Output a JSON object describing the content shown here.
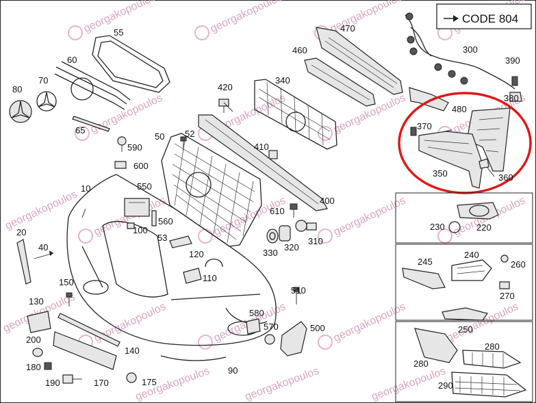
{
  "code_box": {
    "arrow_icon": "arrow-right-icon",
    "label": "CODE 804"
  },
  "watermark": {
    "text": "georgakopoulos"
  },
  "callouts": {
    "p55": "55",
    "p60": "60",
    "p70": "70",
    "p80": "80",
    "p65": "65",
    "p470": "470",
    "p460": "460",
    "p300": "300",
    "p390": "390",
    "p380": "380",
    "p420": "420",
    "p340": "340",
    "p480": "480",
    "p370": "370",
    "p350": "350",
    "p360": "360",
    "p50": "50",
    "p52": "52",
    "p590": "590",
    "p600": "600",
    "p410": "410",
    "p10": "10",
    "p550": "550",
    "p560": "560",
    "p100": "100",
    "p610": "610",
    "p400": "400",
    "p230": "230",
    "p220": "220",
    "p20": "20",
    "p40": "40",
    "p53": "53",
    "p330": "330",
    "p320": "320",
    "p310": "310",
    "p120": "120",
    "p110": "110",
    "p245": "245",
    "p240": "240",
    "p260": "260",
    "p150": "150",
    "p130": "130",
    "p510": "510",
    "p270": "270",
    "p250": "250",
    "p580": "580",
    "p570": "570",
    "p500": "500",
    "p200": "200",
    "p140": "140",
    "p180": "180",
    "p90": "90",
    "p280a": "280",
    "p280b": "280",
    "p190": "190",
    "p170": "170",
    "p175": "175",
    "p290": "290"
  },
  "highlight": {
    "color": "#e01818"
  }
}
